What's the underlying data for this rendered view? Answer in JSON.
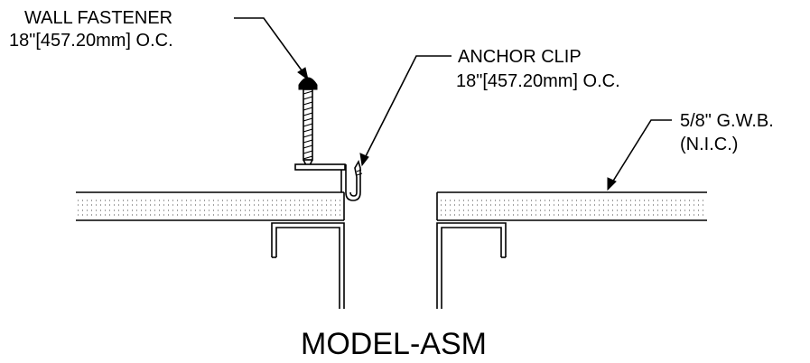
{
  "labels": {
    "wall_fastener": {
      "line1": "WALL FASTENER",
      "line2": "18\"[457.20mm] O.C."
    },
    "anchor_clip": {
      "line1": "ANCHOR CLIP",
      "line2": "18\"[457.20mm] O.C."
    },
    "gwb": {
      "line1": "5/8\" G.W.B.",
      "line2": "(N.I.C.)"
    }
  },
  "title": "MODEL-ASM"
}
